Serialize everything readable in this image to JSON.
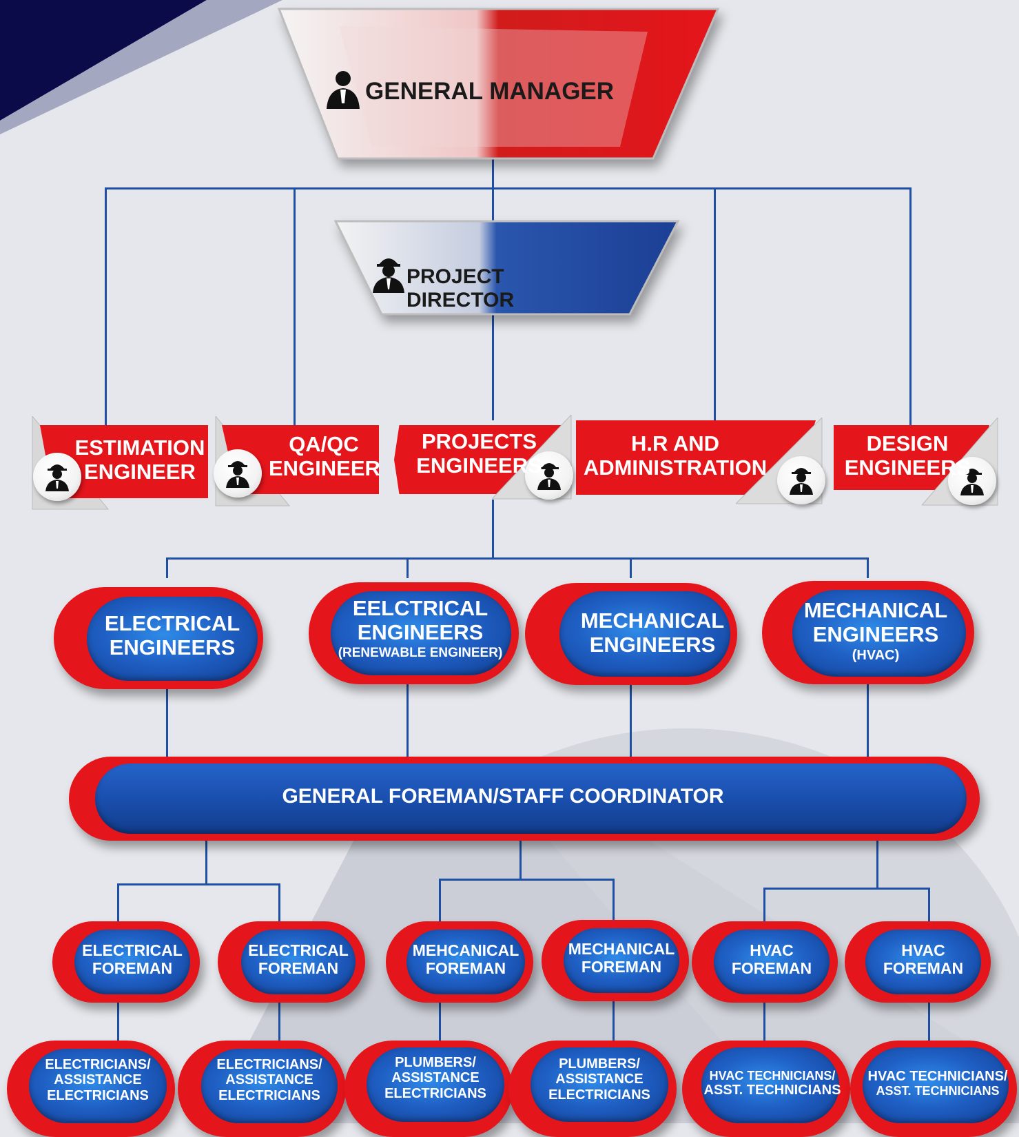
{
  "top": {
    "general_manager": "GENERAL MANAGER",
    "project_director": "PROJECT DIRECTOR"
  },
  "departments": [
    {
      "line1": "ESTIMATION",
      "line2": "ENGINEER"
    },
    {
      "line1": "QA/QC",
      "line2": "ENGINEER"
    },
    {
      "line1": "PROJECTS",
      "line2": "ENGINEERS"
    },
    {
      "line1": "H.R AND",
      "line2": "ADMINISTRATION"
    },
    {
      "line1": "DESIGN",
      "line2": "ENGINEERS"
    }
  ],
  "engineers": [
    {
      "line1": "ELECTRICAL",
      "line2": "ENGINEERS",
      "sub": ""
    },
    {
      "line1": "EELCTRICAL",
      "line2": "ENGINEERS",
      "sub": "(RENEWABLE ENGINEER)"
    },
    {
      "line1": "MECHANICAL",
      "line2": "ENGINEERS",
      "sub": ""
    },
    {
      "line1": "MECHANICAL",
      "line2": "ENGINEERS",
      "sub": "(HVAC)"
    }
  ],
  "coordinator": "GENERAL FOREMAN/STAFF COORDINATOR",
  "foremen": [
    {
      "line1": "ELECTRICAL",
      "line2": "FOREMAN"
    },
    {
      "line1": "ELECTRICAL",
      "line2": "FOREMAN"
    },
    {
      "line1": "MEHCANICAL",
      "line2": "FOREMAN"
    },
    {
      "line1": "MECHANICAL",
      "line2": "FOREMAN"
    },
    {
      "line1": "HVAC",
      "line2": "FOREMAN"
    },
    {
      "line1": "HVAC",
      "line2": "FOREMAN"
    }
  ],
  "workers": [
    {
      "line1": "ELECTRICIANS/",
      "line2": "ASSISTANCE",
      "line3": "ELECTRICIANS"
    },
    {
      "line1": "ELECTRICIANS/",
      "line2": "ASSISTANCE",
      "line3": "ELECTRICIANS"
    },
    {
      "line1": "PLUMBERS/",
      "line2": "ASSISTANCE",
      "line3": "ELECTRICIANS"
    },
    {
      "line1": "PLUMBERS/",
      "line2": "ASSISTANCE",
      "line3": "ELECTRICIANS"
    },
    {
      "line1": "HVAC TECHNICIANS/",
      "line2": "ASST. TECHNICIANS",
      "line3": ""
    },
    {
      "line1": "HVAC TECHNICIANS/",
      "line2": "ASST. TECHNICIANS",
      "line3": ""
    }
  ],
  "colors": {
    "red": "#e4151b",
    "blue": "#1f5fc4",
    "navy": "#0b0b4a",
    "line": "#1f4fa3"
  },
  "icons": [
    "businessman-icon",
    "hardhat-worker-icon"
  ]
}
